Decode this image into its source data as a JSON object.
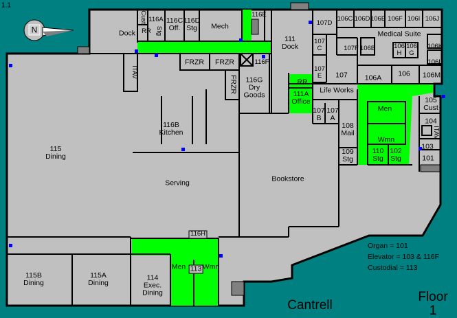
{
  "page_number": "1.1",
  "compass": {
    "letter": "N"
  },
  "building": "Cantrell",
  "floor": "Floor 1",
  "legend": [
    "Organ = 101",
    "Elevator = 103 & 116F",
    "Custodial = 113"
  ],
  "colors": {
    "background": "#008080",
    "room": "#c0c0c0",
    "restroom": "#00ff00",
    "marker": "#0000ff"
  },
  "rooms": {
    "dock_w": "Dock",
    "cust": "Cust",
    "rr_top": "RR",
    "r116a": "116A",
    "stg_a": "Stg",
    "r116c": "116C\nOff.",
    "r116d": "116D\nStg",
    "mech": "Mech",
    "r116e": "116E",
    "frzr1": "FRZR",
    "frzr2": "FRZR",
    "frzr3": "FRZR",
    "r116f": "116F",
    "r116g": "116G\nDry\nGoods",
    "r111": "111\nDock",
    "r107d": "107D",
    "r107c": "107\nC",
    "r107e": "107\nE",
    "r107f": "107F",
    "r106c": "106C",
    "r106d": "106D",
    "r106e": "106E",
    "r106f": "106F",
    "r106i": "106I",
    "r106j": "106J",
    "medical": "Medical Suite",
    "r106b": "106B",
    "r106h": "106\nH",
    "r106g": "106\nG",
    "r106k": "106K",
    "r106l": "106L",
    "r106a": "106A",
    "r106": "106",
    "r106m": "106M",
    "r107": "107",
    "lifeworks": "Life Works",
    "rr_mid": "RR",
    "r111a": "111A\nOffice",
    "r107b": "107\nB",
    "r107a": "107\nA",
    "r108": "108\nMail",
    "r109": "109\nStg",
    "men_e": "Men",
    "wmn_e": "Wmn",
    "r110": "110\nStg",
    "r102": "102\nStg",
    "r105": "105\nCust",
    "r104": "104",
    "itav_e": "ITAV",
    "r103": "103",
    "r101": "101",
    "itav_w": "ITAV",
    "r116b": "116B\nKitchen",
    "r115": "115\nDining",
    "serving": "Serving",
    "bookstore": "Bookstore",
    "r116h": "116H",
    "r115b": "115B\nDining",
    "r115a": "115A\nDining",
    "r114": "114\nExec.\nDining",
    "men_s": "Men",
    "wmn_s": "Wmn",
    "r113": "113"
  }
}
